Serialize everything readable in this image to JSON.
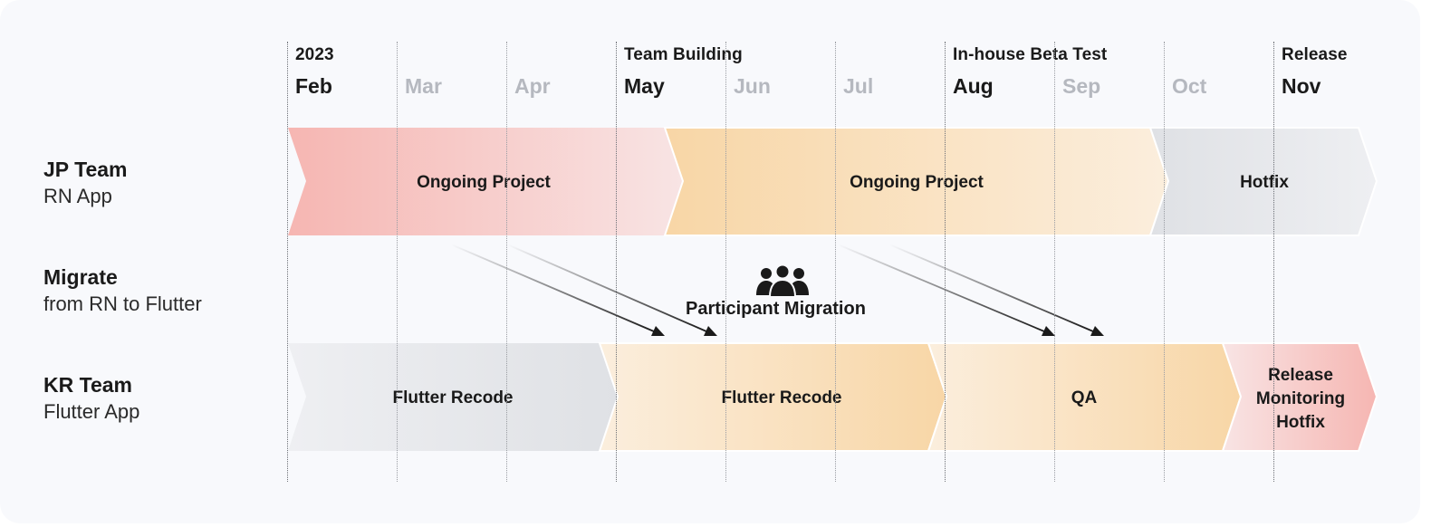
{
  "header": {
    "year": "2023",
    "months": [
      "Feb",
      "Mar",
      "Apr",
      "May",
      "Jun",
      "Jul",
      "Aug",
      "Sep",
      "Oct",
      "Nov"
    ],
    "major_months": [
      "Feb",
      "May",
      "Aug",
      "Nov"
    ],
    "events": {
      "may": "Team Building",
      "aug": "In-house Beta Test",
      "nov": "Release"
    }
  },
  "rows": [
    {
      "title": "JP Team",
      "subtitle": "RN App"
    },
    {
      "title": "Migrate",
      "subtitle": "from RN to Flutter"
    },
    {
      "title": "KR Team",
      "subtitle": "Flutter App"
    }
  ],
  "jp_phases": [
    {
      "label": "Ongoing Project",
      "start": "Feb",
      "end": "mid-May",
      "color": "#f6b8b4"
    },
    {
      "label": "Ongoing Project",
      "start": "mid-May",
      "end": "mid-Oct",
      "color": "#f8d9ac"
    },
    {
      "label": "Hotfix",
      "start": "mid-Oct",
      "end": "end-Nov",
      "color": "#e2e4e8"
    }
  ],
  "kr_phases": [
    {
      "label": "Flutter Recode",
      "start": "Feb",
      "end": "end-Apr",
      "color": "#e2e4e8"
    },
    {
      "label": "Flutter Recode",
      "start": "end-Apr",
      "end": "Aug",
      "color": "#f8d9ac"
    },
    {
      "label": "QA",
      "start": "Aug",
      "end": "mid-Oct",
      "color": "#f8d9ac"
    },
    {
      "label_lines": [
        "Release",
        "Monitoring",
        "Hotfix"
      ],
      "start": "mid-Oct",
      "end": "end-Nov",
      "color": "#f6b8b4"
    }
  ],
  "migration": {
    "label": "Participant Migration",
    "icon": "people-group-icon"
  },
  "colors": {
    "background": "#f8f9fc",
    "text": "#1a1a1a",
    "muted_month": "#b5b8bf",
    "coral": "#f6b8b4",
    "peach": "#f8d9ac",
    "gray": "#e2e4e8"
  }
}
